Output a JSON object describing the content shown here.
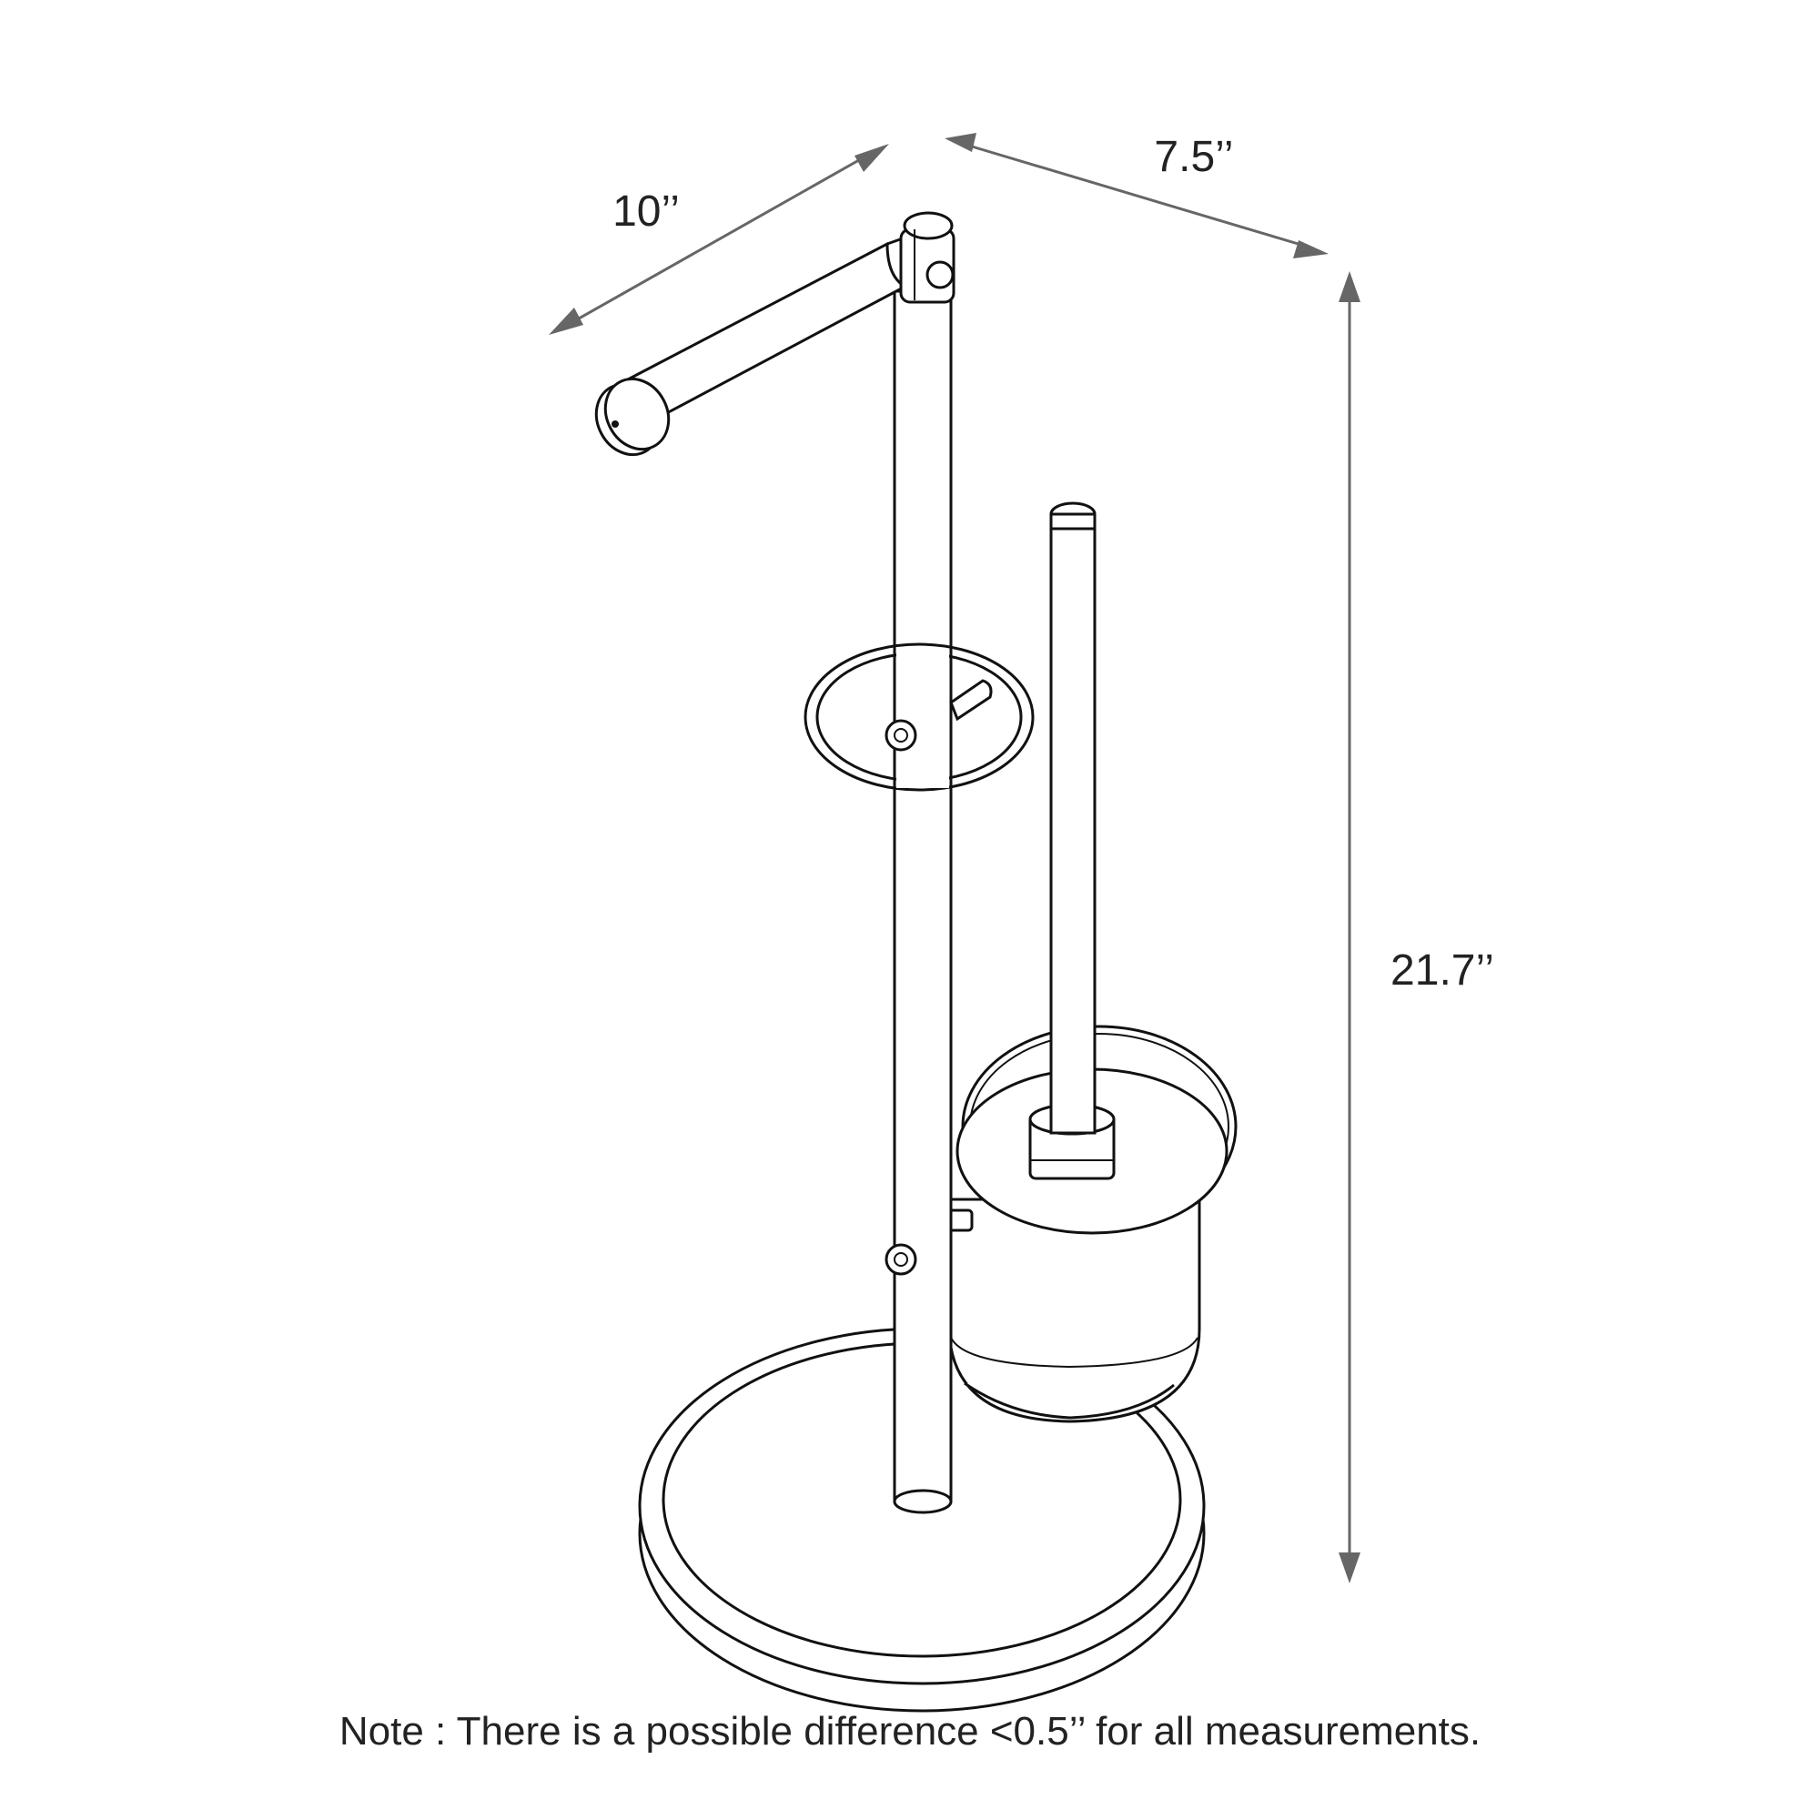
{
  "colors": {
    "outline": "#111111",
    "dimension": "#666666",
    "text": "#222222",
    "background": "#ffffff"
  },
  "dimensions": {
    "arm_length": "10’’",
    "depth": "7.5’’",
    "height": "21.7’’"
  },
  "note": "Note : There is a possible difference <0.5’’ for all measurements."
}
